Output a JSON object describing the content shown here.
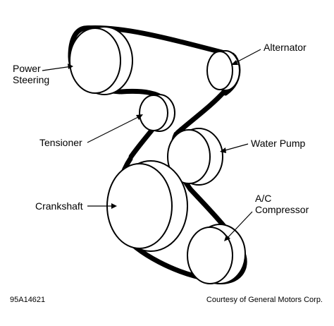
{
  "labels": {
    "power_steering_line1": "Power",
    "power_steering_line2": "Steering",
    "alternator": "Alternator",
    "tensioner": "Tensioner",
    "water_pump": "Water Pump",
    "crankshaft": "Crankshaft",
    "ac_line1": "A/C",
    "ac_line2": "Compressor"
  },
  "footer": {
    "figure_id": "95A14621",
    "credit": "Courtesy of General Motors Corp."
  }
}
